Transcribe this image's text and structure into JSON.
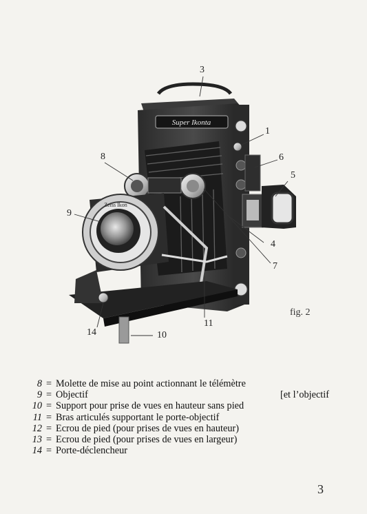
{
  "figure": {
    "callouts": [
      "1",
      "3",
      "4",
      "5",
      "6",
      "7",
      "8",
      "9",
      "10",
      "11",
      "14"
    ],
    "brand_label": "Super Ikonta",
    "lens_label": "Zeiss Ikon",
    "caption": "fig. 2"
  },
  "legend": [
    {
      "num": "8",
      "eq": "=",
      "text": "Molette de mise au point actionnant le télémètre"
    },
    {
      "num": "9",
      "eq": "=",
      "text": "Objectif",
      "tail": "[et l’objectif"
    },
    {
      "num": "10",
      "eq": "=",
      "text": "Support pour prise de vues en hauteur sans pied"
    },
    {
      "num": "11",
      "eq": "=",
      "text": "Bras articulés supportant le porte-objectif"
    },
    {
      "num": "12",
      "eq": "=",
      "text": "Ecrou de pied (pour prises de vues en hauteur)"
    },
    {
      "num": "13",
      "eq": "=",
      "text": "Ecrou de pied (pour prises de vues en largeur)"
    },
    {
      "num": "14",
      "eq": "=",
      "text": "Porte-déclencheur"
    }
  ],
  "page_number": "3"
}
